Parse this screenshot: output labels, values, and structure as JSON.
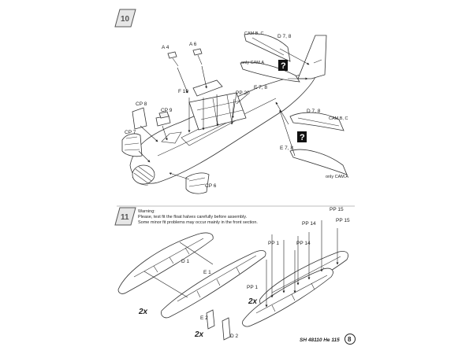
{
  "steps": [
    {
      "number": "10",
      "labels": {
        "a4": "A 4",
        "a6": "A 6",
        "cam_bc_top": "CAM.B, C",
        "d78_top": "D 7, 8",
        "only_cam_a_top": "only CAM.A",
        "e78_top": "E 7, 8",
        "f19": "F 19",
        "pp20": "PP 20",
        "cp8": "CP 8",
        "cp9": "CP 9",
        "cp7": "CP 7",
        "cp6": "CP 6",
        "d78_right": "D 7, 8",
        "cam_bc_right": "CAM.B, C",
        "e78_right": "E 7, 8",
        "only_cam_a_right": "only CAM.A"
      },
      "question_marks": [
        "?",
        "?"
      ]
    },
    {
      "number": "11",
      "warning_title": "Warning:",
      "warning_line1": "Please, test fit the float halves carefully before assembly.",
      "warning_line2": "Some minor fit problems may occur mainly in the front section.",
      "labels": {
        "d1": "D 1",
        "e1": "E 1",
        "mult_left": "2x",
        "pp15_a": "PP 15",
        "pp15_b": "PP 15",
        "pp14_a": "PP 14",
        "pp14_b": "PP 14",
        "pp1_a": "PP 1",
        "pp1_b": "PP 1",
        "mult_right": "2x",
        "e2": "E 2",
        "d2": "D 2",
        "mult_bottom": "2x"
      }
    }
  ],
  "footer": {
    "kit_ref": "SH 48110 He 115",
    "page_number": "8"
  }
}
